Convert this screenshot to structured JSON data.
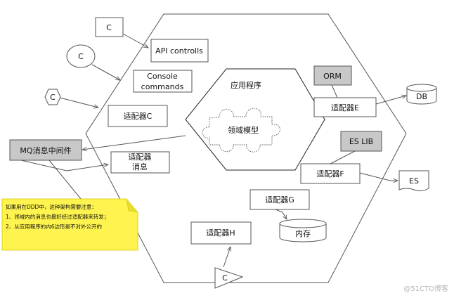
{
  "actors": {
    "top_square": "C",
    "circle": "C",
    "hexagon": "C",
    "bottom_triangle": "C"
  },
  "app": {
    "api": "API controlls",
    "console_1": "Console",
    "console_2": "commands",
    "adapter_c": "适配器C",
    "adapter_msg_1": "适配器",
    "adapter_msg_2": "消息",
    "adapter_e": "适配器E",
    "adapter_f": "适配器F",
    "adapter_g": "适配器G",
    "adapter_h": "适配器H",
    "orm": "ORM",
    "es_lib": "ES LIB",
    "application": "应用程序",
    "domain_model": "领域模型"
  },
  "external": {
    "mq": "MQ消息中间件",
    "db": "DB",
    "es": "ES",
    "memory": "内存"
  },
  "note": {
    "line1": "如果用在DDD中，这种架构需要注意：",
    "line2": "1、领域内的消息也最好经过适配器来转发；",
    "line3": "2、从应用程序的内6边形是不对外公开的"
  },
  "watermark": "@51CTO博客",
  "colors": {
    "gray_box": "#c8c8c8",
    "note_yellow": "#fff44f",
    "line": "#555555"
  }
}
